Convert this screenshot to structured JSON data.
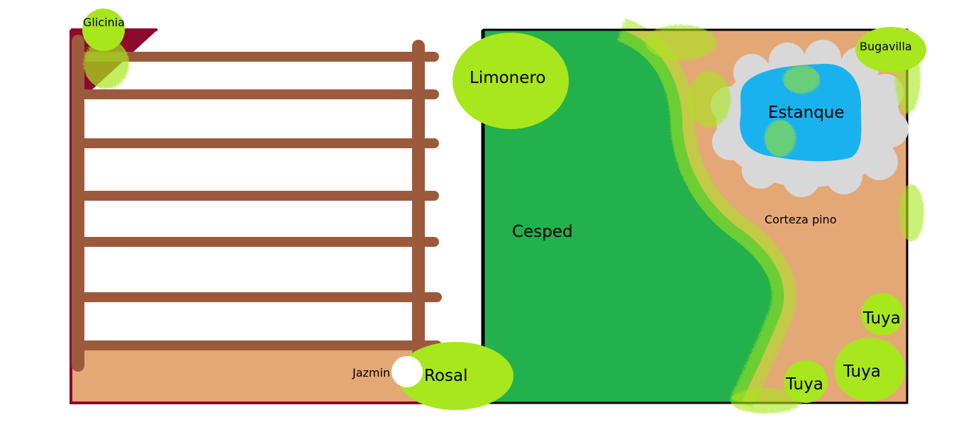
{
  "labels": {
    "glicinia": "Glicinia",
    "limonero": "Limonero",
    "bugavilla": "Bugavilla",
    "estanque": "Estanque",
    "cesped": "Cesped",
    "corteza_pino": "Corteza pino",
    "jazmin": "Jazmin",
    "rosal": "Rosal",
    "tuya_top": "Tuya",
    "tuya_bottom_left": "Tuya",
    "tuya_bottom_right": "Tuya"
  },
  "colors": {
    "lawn": "#22b14c",
    "bark": "#e4a877",
    "plant": "#a8e61d",
    "water": "#1ab2ee",
    "stone": "#d8d8d8",
    "pergola": "#9c5a3c",
    "border_patio": "#8b0a2e",
    "border_garden": "#000000"
  }
}
